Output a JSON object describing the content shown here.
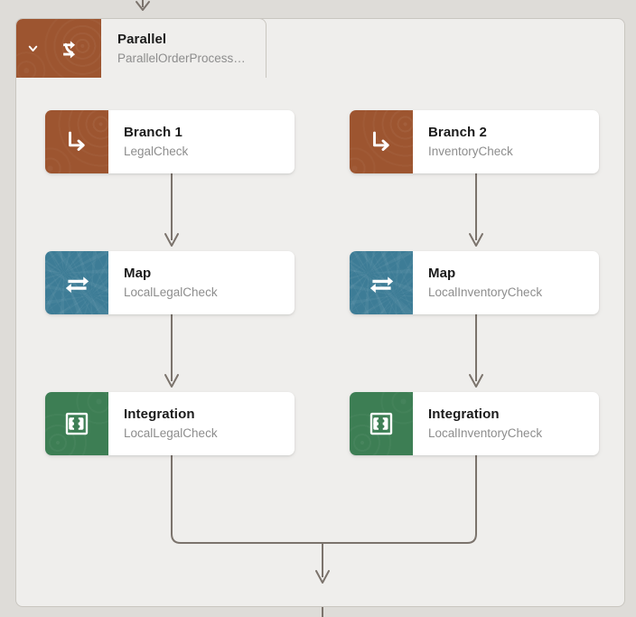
{
  "canvas": {
    "page_background": "#dedcd8",
    "group_background": "#efeeec",
    "group_border": "#c9c6c0",
    "connector_color": "#7b736c",
    "card_background": "#ffffff",
    "title_color": "#1b1b1b",
    "subtitle_color": "#8d8d8d"
  },
  "group": {
    "name": "parallel-group",
    "title": "Parallel",
    "subtitle": "ParallelOrderProcess…",
    "subtitle_full": "ParallelOrderProcess...",
    "icon": "parallel-split-icon",
    "collapse_icon": "chevron-down-icon",
    "accent_color": "#9d5530"
  },
  "nodes": [
    {
      "id": "branch-1",
      "title": "Branch 1",
      "subtitle": "LegalCheck",
      "icon": "branch-arrow-icon",
      "tile_color": "#9d5530",
      "tile_class": "brown",
      "column": "left",
      "row": 1
    },
    {
      "id": "branch-2",
      "title": "Branch 2",
      "subtitle": "InventoryCheck",
      "icon": "branch-arrow-icon",
      "tile_color": "#9d5530",
      "tile_class": "brown",
      "column": "right",
      "row": 1
    },
    {
      "id": "map-left",
      "title": "Map",
      "subtitle": "LocalLegalCheck",
      "icon": "map-exchange-icon",
      "tile_color": "#3d7c96",
      "tile_class": "blue",
      "column": "left",
      "row": 2
    },
    {
      "id": "map-right",
      "title": "Map",
      "subtitle": "LocalInventoryCheck",
      "icon": "map-exchange-icon",
      "tile_color": "#3d7c96",
      "tile_class": "blue",
      "column": "right",
      "row": 2
    },
    {
      "id": "integration-left",
      "title": "Integration",
      "subtitle": "LocalLegalCheck",
      "icon": "integration-puzzle-icon",
      "tile_color": "#3d7e54",
      "tile_class": "green",
      "column": "left",
      "row": 3
    },
    {
      "id": "integration-right",
      "title": "Integration",
      "subtitle": "LocalInventoryCheck",
      "icon": "integration-puzzle-icon",
      "tile_color": "#3d7e54",
      "tile_class": "green",
      "column": "right",
      "row": 3
    }
  ],
  "connectors": [
    {
      "id": "inbound-to-group",
      "from": "above",
      "to": "parallel-group",
      "arrow": true
    },
    {
      "id": "branch1-to-map-left",
      "from": "branch-1",
      "to": "map-left",
      "arrow": true
    },
    {
      "id": "branch2-to-map-right",
      "from": "branch-2",
      "to": "map-right",
      "arrow": true
    },
    {
      "id": "map-left-to-integration-left",
      "from": "map-left",
      "to": "integration-left",
      "arrow": true
    },
    {
      "id": "map-right-to-integration-right",
      "from": "map-right",
      "to": "integration-right",
      "arrow": true
    },
    {
      "id": "integration-left-to-join",
      "from": "integration-left",
      "to": "join-point",
      "arrow": false
    },
    {
      "id": "integration-right-to-join",
      "from": "integration-right",
      "to": "join-point",
      "arrow": false
    },
    {
      "id": "join-to-outbound",
      "from": "join-point",
      "to": "below",
      "arrow": true
    }
  ]
}
